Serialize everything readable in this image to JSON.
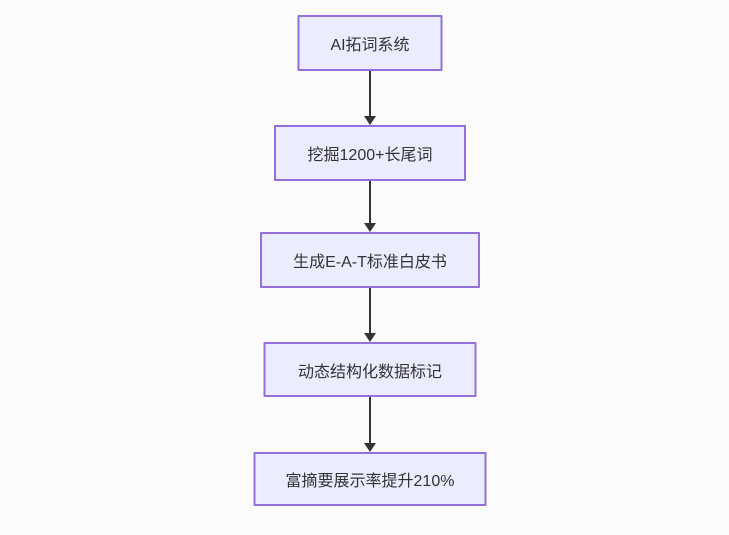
{
  "flowchart": {
    "type": "vertical-flowchart",
    "colors": {
      "background": "#fbfbfb",
      "node_fill": "#ECECFF",
      "node_border": "#9370DB",
      "node_text": "#333333",
      "arrow": "#333333"
    },
    "nodes": [
      {
        "label": "AI拓词系统"
      },
      {
        "label": "挖掘1200+长尾词"
      },
      {
        "label": "生成E-A-T标准白皮书"
      },
      {
        "label": "动态结构化数据标记"
      },
      {
        "label": "富摘要展示率提升210%"
      }
    ],
    "connections": [
      "node0 -> node1",
      "node1 -> node2",
      "node2 -> node3",
      "node3 -> node4"
    ]
  }
}
